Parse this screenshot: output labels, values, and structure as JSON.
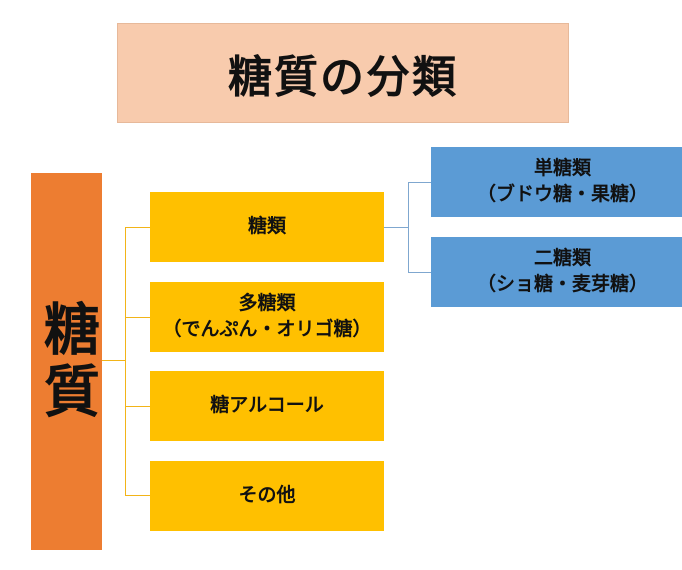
{
  "title": "糖質の分類",
  "root": "糖質",
  "categories": [
    {
      "line1": "糖類",
      "line2": ""
    },
    {
      "line1": "多糖類",
      "line2": "（でんぷん・オリゴ糖）"
    },
    {
      "line1": "糖アルコール",
      "line2": ""
    },
    {
      "line1": "その他",
      "line2": ""
    }
  ],
  "sugars": [
    {
      "line1": "単糖類",
      "line2": "（ブドウ糖・果糖）"
    },
    {
      "line1": "二糖類",
      "line2": "（ショ糖・麦芽糖）"
    }
  ],
  "colors": {
    "title_bg": "#f8cbad",
    "root_bg": "#ed7d31",
    "category_bg": "#ffc000",
    "sugar_bg": "#5b9bd5",
    "orange_connector": "#f2b418",
    "blue_connector": "#7fa7cf"
  }
}
